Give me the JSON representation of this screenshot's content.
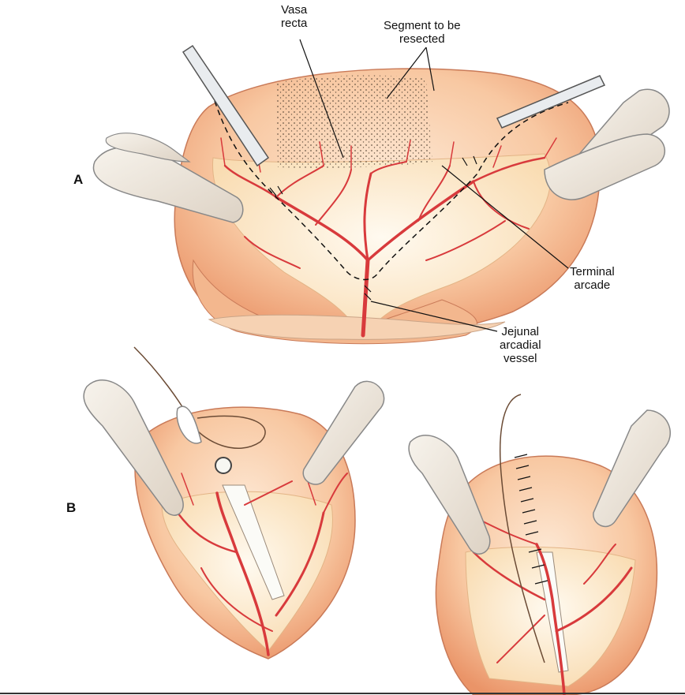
{
  "panels": {
    "a": "A",
    "b": "B"
  },
  "labels": {
    "vasa_recta": [
      "Vasa",
      "recta"
    ],
    "segment": [
      "Segment to be",
      "resected"
    ],
    "terminal": [
      "Terminal",
      "arcade"
    ],
    "jejunal": [
      "Jejunal",
      "arcadial",
      "vessel"
    ]
  },
  "colors": {
    "bowel": "#f6c29a",
    "bowel_dark": "#ee9a6c",
    "vessel": "#d83a3c",
    "mesentery": "#fbe6c6",
    "finger": "#f3ece2"
  }
}
